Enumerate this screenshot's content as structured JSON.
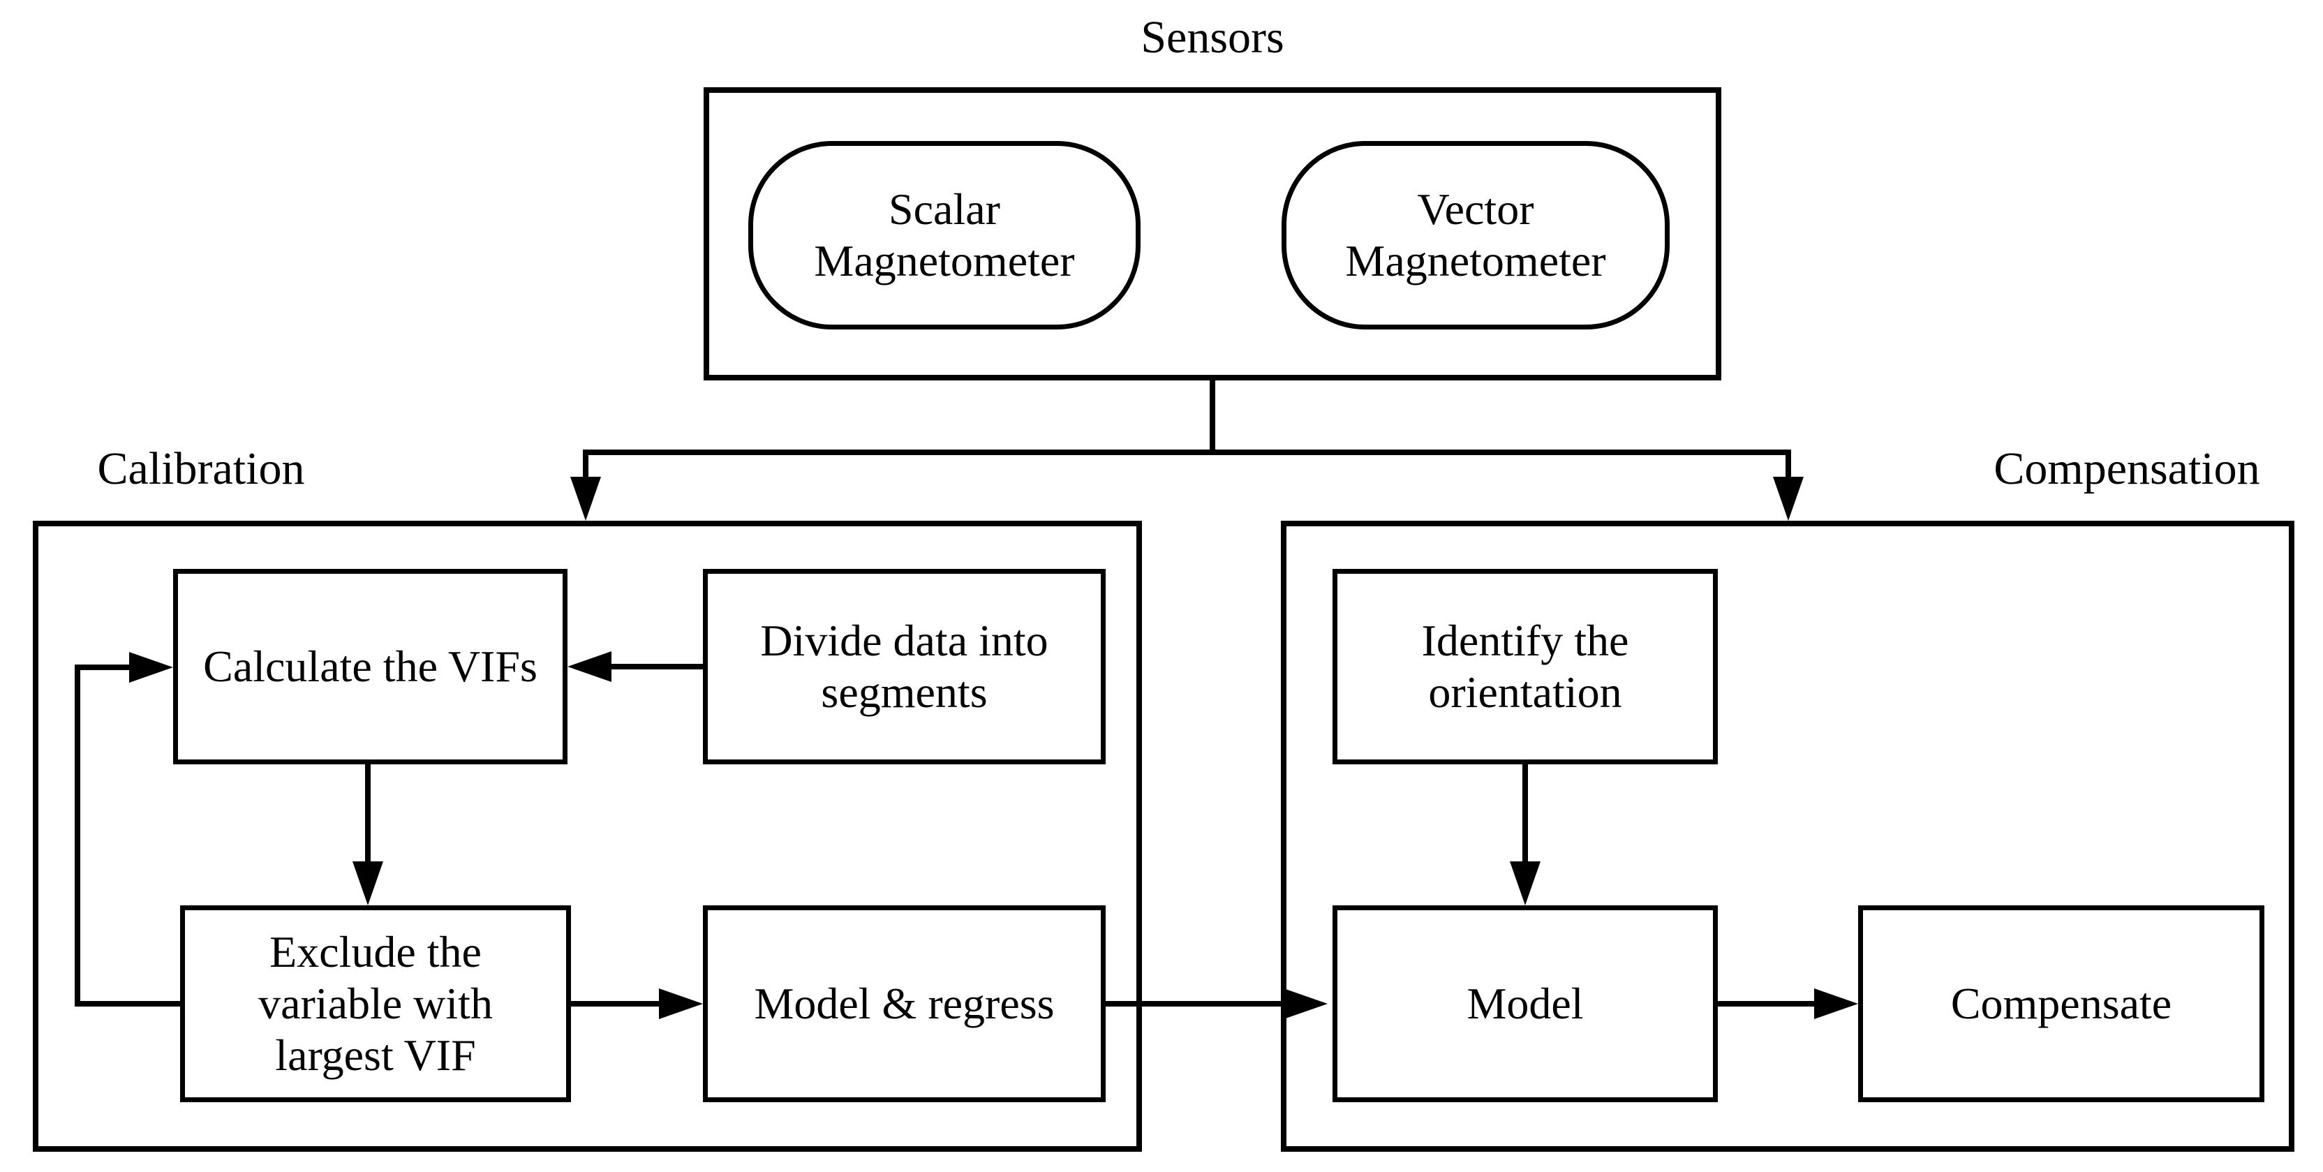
{
  "diagram": {
    "colors": {
      "background": "#ffffff",
      "line": "#000000",
      "text": "#000000"
    },
    "sections": {
      "sensors": {
        "label": "Sensors"
      },
      "calibration": {
        "label": "Calibration"
      },
      "compensation": {
        "label": "Compensation"
      }
    },
    "nodes": {
      "scalar_magnetometer": {
        "label": "Scalar\nMagnetometer",
        "shape": "rounded"
      },
      "vector_magnetometer": {
        "label": "Vector\nMagnetometer",
        "shape": "rounded"
      },
      "calculate_vifs": {
        "label": "Calculate the VIFs",
        "shape": "rect"
      },
      "divide_segments": {
        "label": "Divide data into\nsegments",
        "shape": "rect"
      },
      "exclude_variable": {
        "label": "Exclude the\nvariable with\nlargest VIF",
        "shape": "rect"
      },
      "model_regress": {
        "label": "Model & regress",
        "shape": "rect"
      },
      "identify_orientation": {
        "label": "Identify the\norientation",
        "shape": "rect"
      },
      "model": {
        "label": "Model",
        "shape": "rect"
      },
      "compensate": {
        "label": "Compensate",
        "shape": "rect"
      }
    },
    "edges": [
      {
        "from": "sensors",
        "to": "calibration",
        "type": "arrow"
      },
      {
        "from": "sensors",
        "to": "compensation",
        "type": "arrow"
      },
      {
        "from": "divide_segments",
        "to": "calculate_vifs",
        "type": "arrow"
      },
      {
        "from": "calculate_vifs",
        "to": "exclude_variable",
        "type": "arrow"
      },
      {
        "from": "exclude_variable",
        "to": "calculate_vifs",
        "type": "loop-arrow"
      },
      {
        "from": "exclude_variable",
        "to": "model_regress",
        "type": "arrow"
      },
      {
        "from": "model_regress",
        "to": "model",
        "type": "arrow"
      },
      {
        "from": "identify_orientation",
        "to": "model",
        "type": "arrow"
      },
      {
        "from": "model",
        "to": "compensate",
        "type": "arrow"
      }
    ]
  }
}
